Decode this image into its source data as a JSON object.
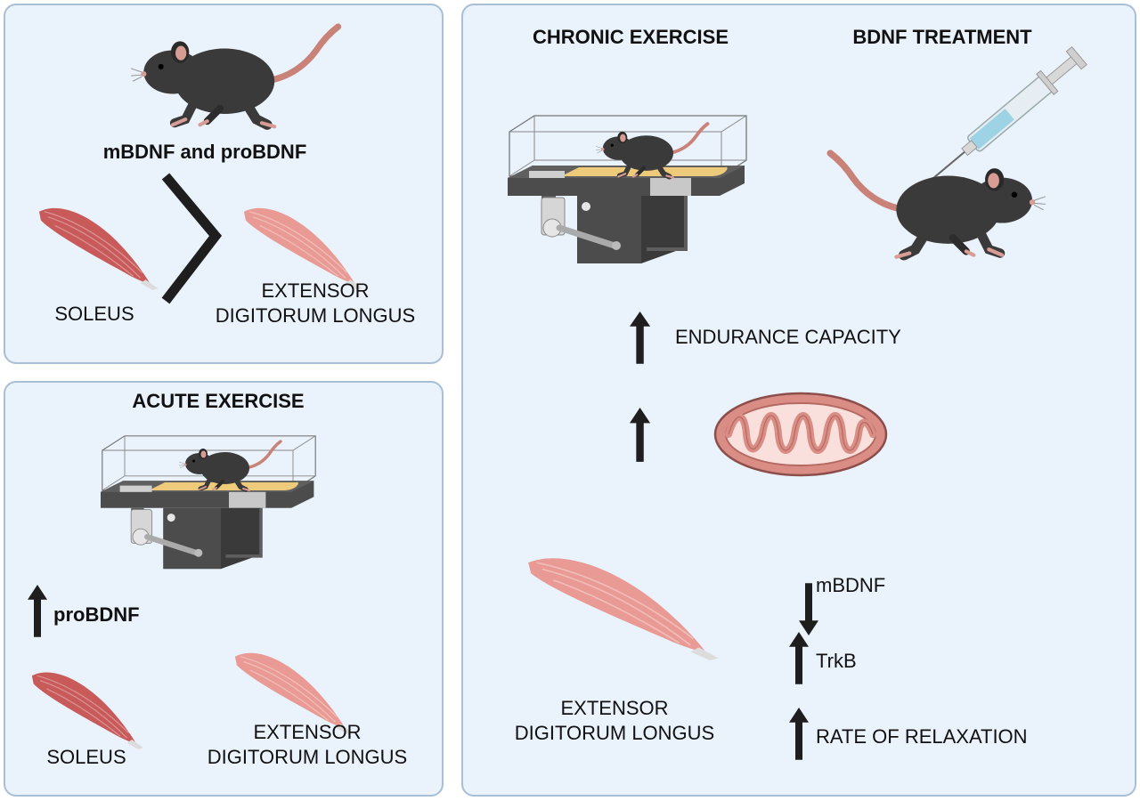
{
  "top_left": {
    "heading": "mBDNF and proBDNF",
    "comparison_symbol": "greater-than",
    "muscle_left": "SOLEUS",
    "muscle_right_line1": "EXTENSOR",
    "muscle_right_line2": "DIGITORUM LONGUS"
  },
  "bottom_left": {
    "title": "ACUTE EXERCISE",
    "effect_label": "proBDNF",
    "effect_direction": "up",
    "muscle_left": "SOLEUS",
    "muscle_right_line1": "EXTENSOR",
    "muscle_right_line2": "DIGITORUM LONGUS"
  },
  "right": {
    "title_left": "CHRONIC EXERCISE",
    "title_right": "BDNF TREATMENT",
    "endurance_label": "ENDURANCE CAPACITY",
    "endurance_direction": "up",
    "mitochondria_direction": "up",
    "muscle_line1": "EXTENSOR",
    "muscle_line2": "DIGITORUM LONGUS",
    "effects": [
      {
        "label": "mBDNF",
        "direction": "down"
      },
      {
        "label": "TrkB",
        "direction": "up"
      },
      {
        "label": "RATE OF RELAXATION",
        "direction": "up"
      }
    ]
  },
  "colors": {
    "panel_bg": "#eaf2fb",
    "panel_border": "#a9bfd6",
    "mouse_body": "#3a3a3a",
    "mouse_tail": "#c98277",
    "soleus_red": "#c85a5a",
    "edl_pink": "#e99a94",
    "mitochondria": "#d98d85",
    "arrow": "#1e1e1e",
    "treadmill_dark": "#4c4c4c",
    "treadmill_belt": "#eecb7b"
  }
}
